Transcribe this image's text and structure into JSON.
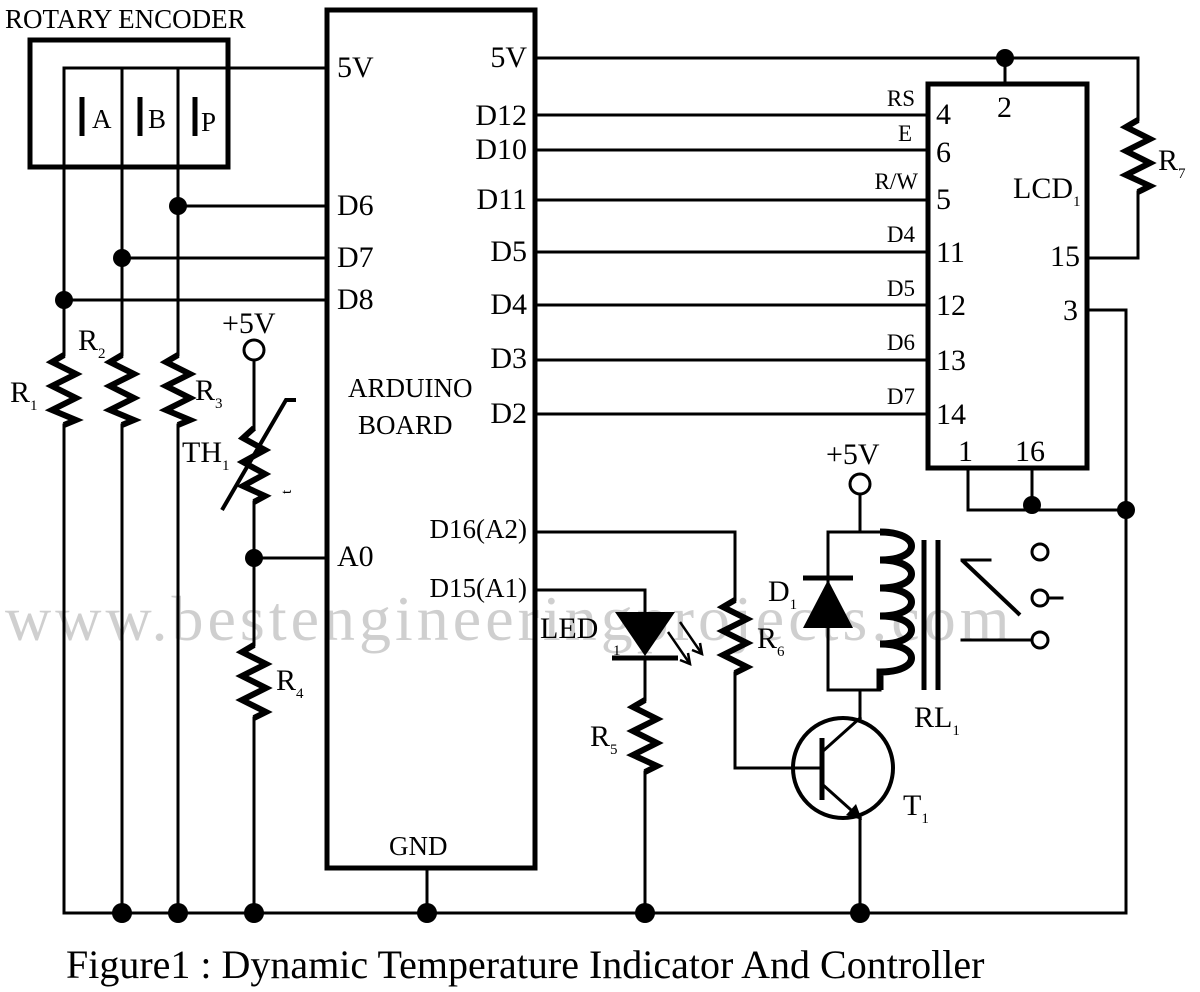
{
  "title": "ROTARY ENCODER",
  "watermark": "www.bestengineeringprojects.com",
  "caption": "Figure1 : Dynamic Temperature Indicator And Controller",
  "encoder": {
    "pins": [
      "A",
      "B",
      "P"
    ]
  },
  "arduino": {
    "label_line1": "ARDUINO",
    "label_line2": "BOARD",
    "left_pins": [
      "5V",
      "D6",
      "D7",
      "D8",
      "A0"
    ],
    "right_pins": [
      "5V",
      "D12",
      "D10",
      "D11",
      "D5",
      "D4",
      "D3",
      "D2",
      "D16(A2)",
      "D15(A1)"
    ],
    "gnd": "GND"
  },
  "lcd": {
    "name": "LCD",
    "sub": "1",
    "signals": [
      "RS",
      "E",
      "R/W",
      "D4",
      "D5",
      "D6",
      "D7"
    ],
    "pins_left": [
      "4",
      "6",
      "5",
      "11",
      "12",
      "13",
      "14"
    ],
    "pin_top": "2",
    "pin_15": "15",
    "pin_3": "3",
    "pin_1": "1",
    "pin_16": "16"
  },
  "supply": {
    "plus5v_a": "+5V",
    "plus5v_b": "+5V"
  },
  "components": {
    "R1": {
      "name": "R",
      "sub": "1"
    },
    "R2": {
      "name": "R",
      "sub": "2"
    },
    "R3": {
      "name": "R",
      "sub": "3"
    },
    "R4": {
      "name": "R",
      "sub": "4"
    },
    "R5": {
      "name": "R",
      "sub": "5"
    },
    "R6": {
      "name": "R",
      "sub": "6"
    },
    "R7": {
      "name": "R",
      "sub": "7"
    },
    "TH1": {
      "name": "TH",
      "sub": "1",
      "mark": "t"
    },
    "LED1": {
      "name": "LED",
      "sub": "1"
    },
    "D1": {
      "name": "D",
      "sub": "1"
    },
    "RL1": {
      "name": "RL",
      "sub": "1"
    },
    "T1": {
      "name": "T",
      "sub": "1"
    }
  }
}
